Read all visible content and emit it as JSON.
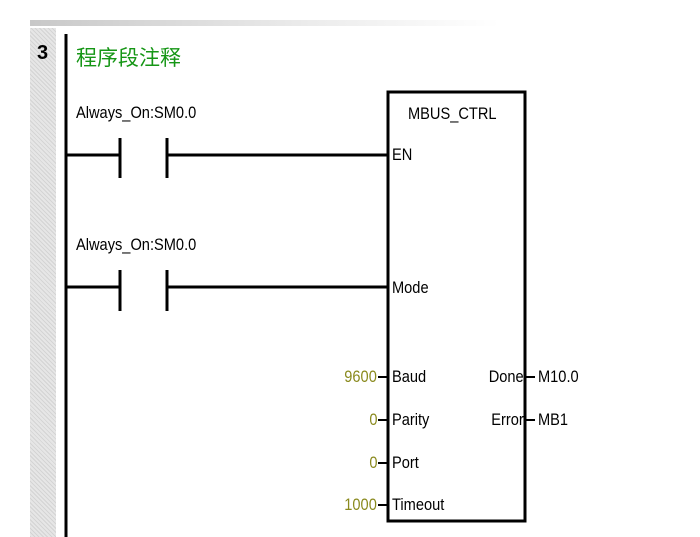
{
  "network": {
    "number": "3",
    "comment": "程序段注释"
  },
  "contacts": [
    {
      "address": "Always_On:SM0.0"
    },
    {
      "address": "Always_On:SM0.0"
    }
  ],
  "block": {
    "name": "MBUS_CTRL",
    "pins": {
      "en": "EN",
      "mode": "Mode",
      "baud": "Baud",
      "parity": "Parity",
      "port": "Port",
      "timeout": "Timeout",
      "done": "Done",
      "error": "Error"
    },
    "inputs": {
      "baud": "9600",
      "parity": "0",
      "port": "0",
      "timeout": "1000"
    },
    "outputs": {
      "done": "M10.0",
      "error": "MB1"
    }
  },
  "colors": {
    "comment": "#159615",
    "constant": "#8a8a1e"
  }
}
